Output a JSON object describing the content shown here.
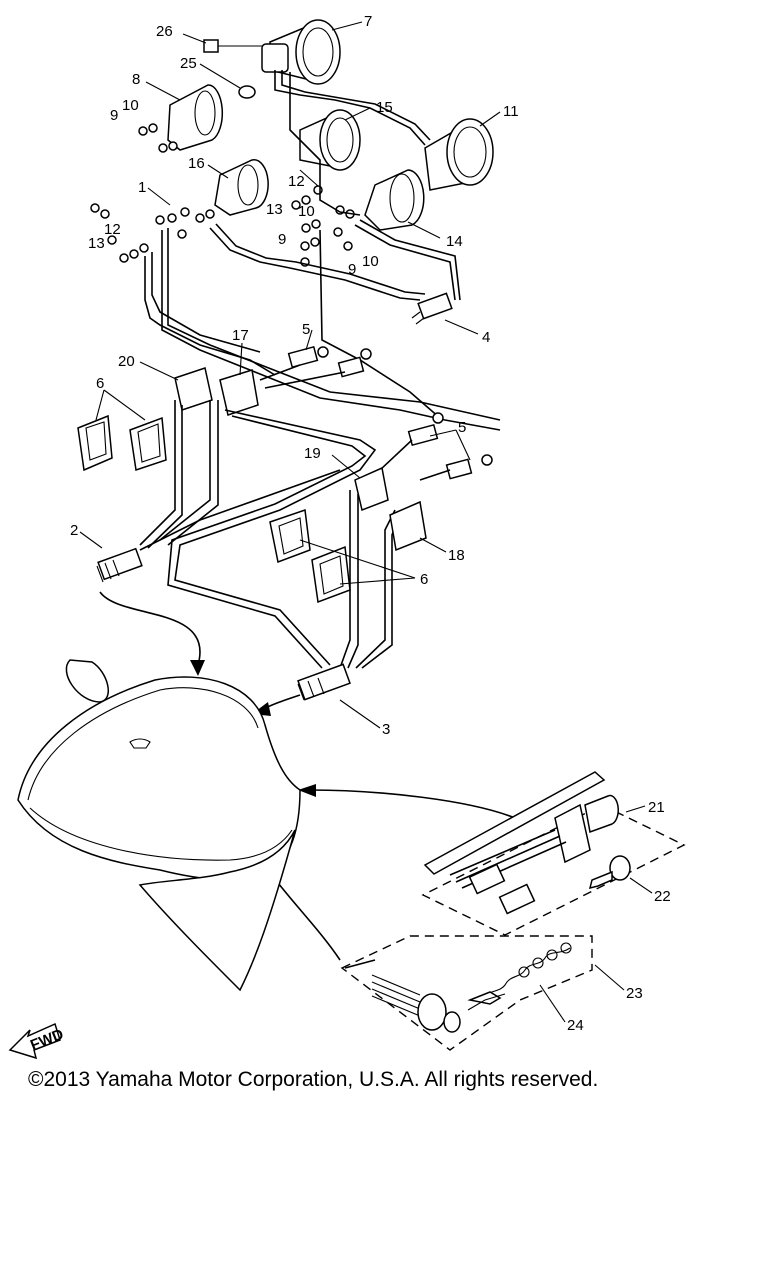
{
  "callouts": [
    "26",
    "7",
    "25",
    "8",
    "10",
    "9",
    "15",
    "11",
    "16",
    "12",
    "1",
    "13",
    "10",
    "12",
    "9",
    "14",
    "13",
    "9",
    "10",
    "4",
    "5",
    "17",
    "20",
    "6",
    "5",
    "19",
    "2",
    "18",
    "6",
    "3",
    "21",
    "22",
    "23",
    "24"
  ],
  "fwd_label": "FWD",
  "copyright": "©2013 Yamaha Motor Corporation, U.S.A. All rights reserved."
}
